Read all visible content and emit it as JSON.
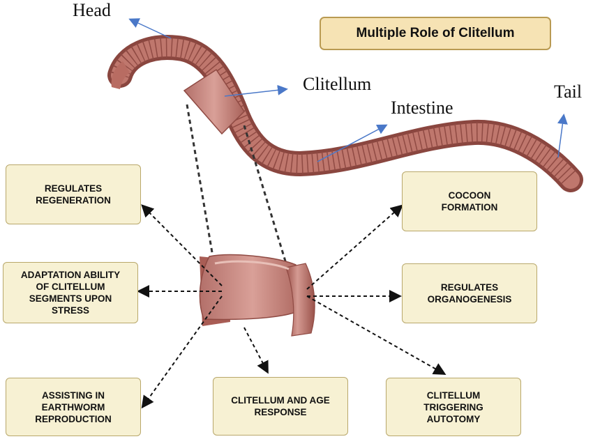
{
  "title": "Multiple Role of Clitellum",
  "labels": {
    "head": "Head",
    "clitellum": "Clitellum",
    "intestine": "Intestine",
    "tail": "Tail"
  },
  "roles": {
    "regeneration": "REGULATES\nREGENERATION",
    "adaptation": "ADAPTATION ABILITY\nOF CLITELLUM\nSEGMENTS UPON\nSTRESS",
    "reproduction": "ASSISTING IN\nEARTHWORM\nREPRODUCTION",
    "age": "CLITELLUM AND AGE\nRESPONSE",
    "autotomy": "CLITELLUM\nTRIGGERING\nAUTOTOMY",
    "organogenesis": "REGULATES\nORGANOGENESIS",
    "cocoon": "COCOON\nFORMATION"
  },
  "colors": {
    "worm_body": "#b86c62",
    "worm_dark": "#8f4a43",
    "clitellum": "#c98a80",
    "pointer_arrow": "#4a78c8",
    "box_fill": "#f7f1d3",
    "box_border": "#b8a76a",
    "title_fill": "#f6e3b4"
  }
}
